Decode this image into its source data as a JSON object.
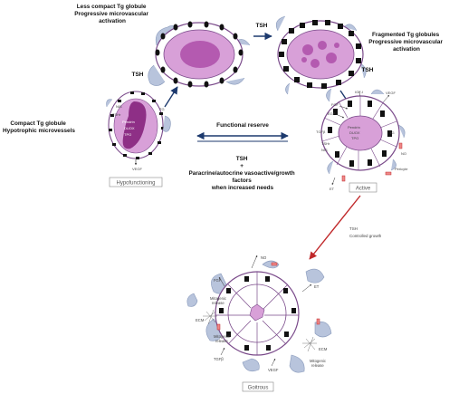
{
  "captions": {
    "less_compact": [
      "Less compact Tg globule",
      "Progressive microvascular",
      "activation"
    ],
    "fragmented": [
      "Fragmented Tg globules",
      "Progressive microvascular",
      "activation"
    ],
    "compact": [
      "Compact Tg globule",
      "Hypotrophic microvessels"
    ],
    "reserve_center": [
      "TSH",
      "+",
      "Paracrine/autocrine vasoactive/growth",
      "factors",
      "when increased needs"
    ]
  },
  "arrows": {
    "tsh_left": "TSH",
    "tsh_top": "TSH",
    "tsh_right": "TSH",
    "functional_reserve": "Functional reserve",
    "tsh_growth": "TSH",
    "controlled_growth": "Controlled growth"
  },
  "states": {
    "hypofunctioning": "Hypofunctioning",
    "active": "Active",
    "goitrous": "Goitrous"
  },
  "hypo_labels": {
    "nis": "NIS",
    "tshr": "TSHr",
    "pendrin": "Pendrin",
    "duox": "DUOX",
    "tpo": "TPO",
    "tg": "TG",
    "vegf": "VEGF"
  },
  "active_labels": {
    "igf1": "IGF-I",
    "fgf": "FGF",
    "egf": "EGF",
    "vegf": "VEGF",
    "tgfb": "TGFβ",
    "tshr": "TSHr",
    "nis": "NIS",
    "pendrin": "Pendrin",
    "duox": "DUOX",
    "tpo": "TPO",
    "tg": "TG",
    "no": "NO",
    "pericyte": "Pericyte",
    "et": "ET"
  },
  "goitrous_labels": {
    "no": "NO",
    "fgf": "FGF",
    "et": "ET",
    "ecm_left": "ECM",
    "ecm_right": "ECM",
    "release_1": [
      "Mitogenic",
      "release"
    ],
    "release_2": [
      "Mitogenic",
      "release"
    ],
    "release_3": [
      "Mitogenic",
      "release"
    ],
    "tgfb": "TGFβ",
    "vegf": "VEGF"
  },
  "colors": {
    "colloid": "#d8a0d8",
    "tg_dark": "#8e2f86",
    "cell_outline": "#7a4a8a",
    "vessel": "#b8c4dc",
    "nucleus": "#111111",
    "arrow_blue": "#1d3a6e",
    "arrow_red": "#c0282a"
  }
}
